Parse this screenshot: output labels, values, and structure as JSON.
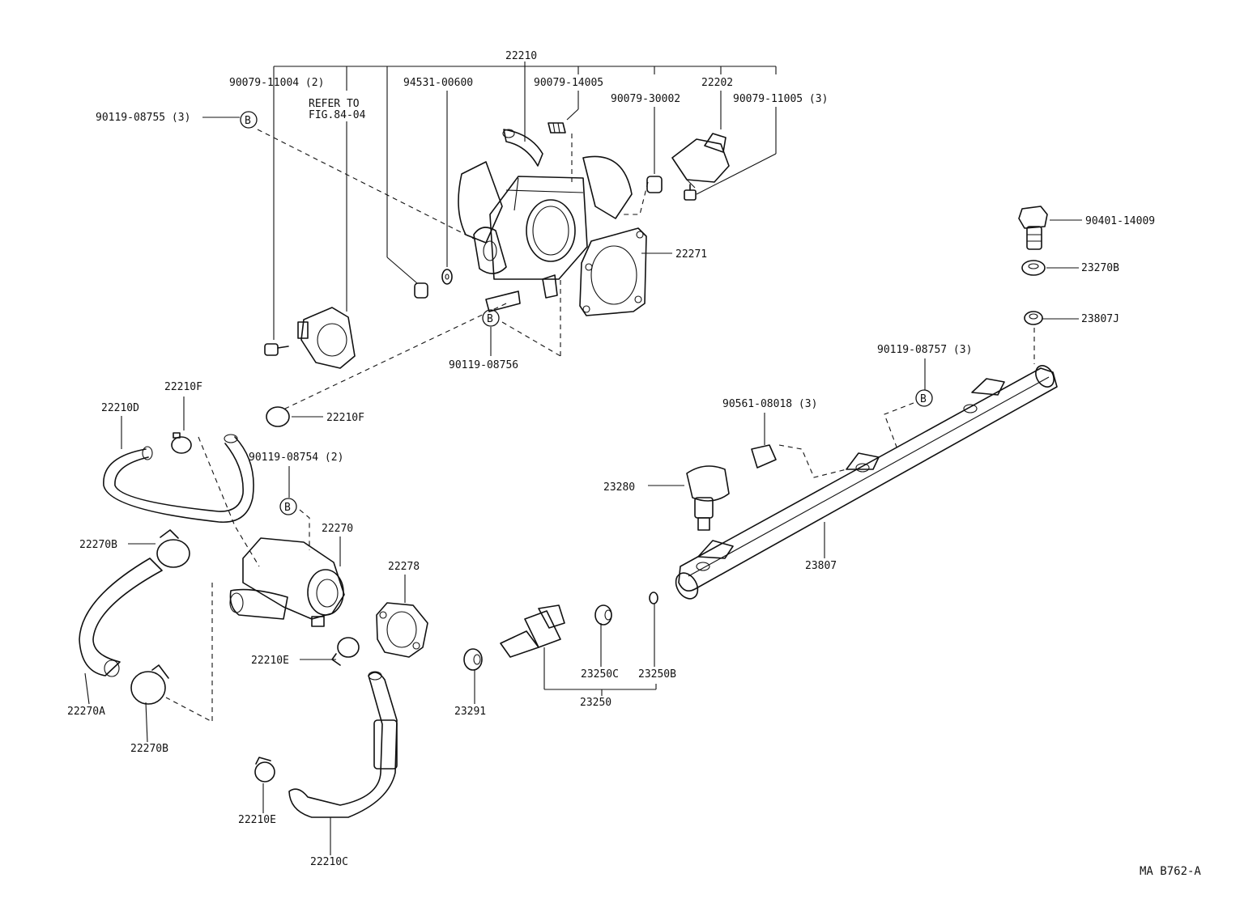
{
  "figure_ref": "MA B762-A",
  "notes": {
    "refer_line1": "REFER TO",
    "refer_line2": "FIG.84-04"
  },
  "callouts": {
    "c22210": "22210",
    "c90079_11004": "90079-11004 (2)",
    "c94531_00600": "94531-00600",
    "c90079_14005": "90079-14005",
    "c22202": "22202",
    "c90079_30002": "90079-30002",
    "c90079_11005": "90079-11005 (3)",
    "c90119_08755": "90119-08755 (3)",
    "c22271": "22271",
    "c90401_14009": "90401-14009",
    "c23270b": "23270B",
    "c23807j": "23807J",
    "c90119_08757": "90119-08757 (3)",
    "c90119_08756": "90119-08756",
    "c22210f_a": "22210F",
    "c22210f_b": "22210F",
    "c22210d": "22210D",
    "c90561_08018": "90561-08018 (3)",
    "c90119_08754": "90119-08754 (2)",
    "c23280": "23280",
    "c22270": "22270",
    "c22270b_a": "22270B",
    "c22278": "22278",
    "c23807": "23807",
    "c22210e_a": "22210E",
    "c23250c": "23250C",
    "c23250b": "23250B",
    "c23250": "23250",
    "c23291": "23291",
    "c22270a": "22270A",
    "c22270b_b": "22270B",
    "c22210e_b": "22210E",
    "c22210c": "22210C"
  },
  "bubble_letter": "B"
}
